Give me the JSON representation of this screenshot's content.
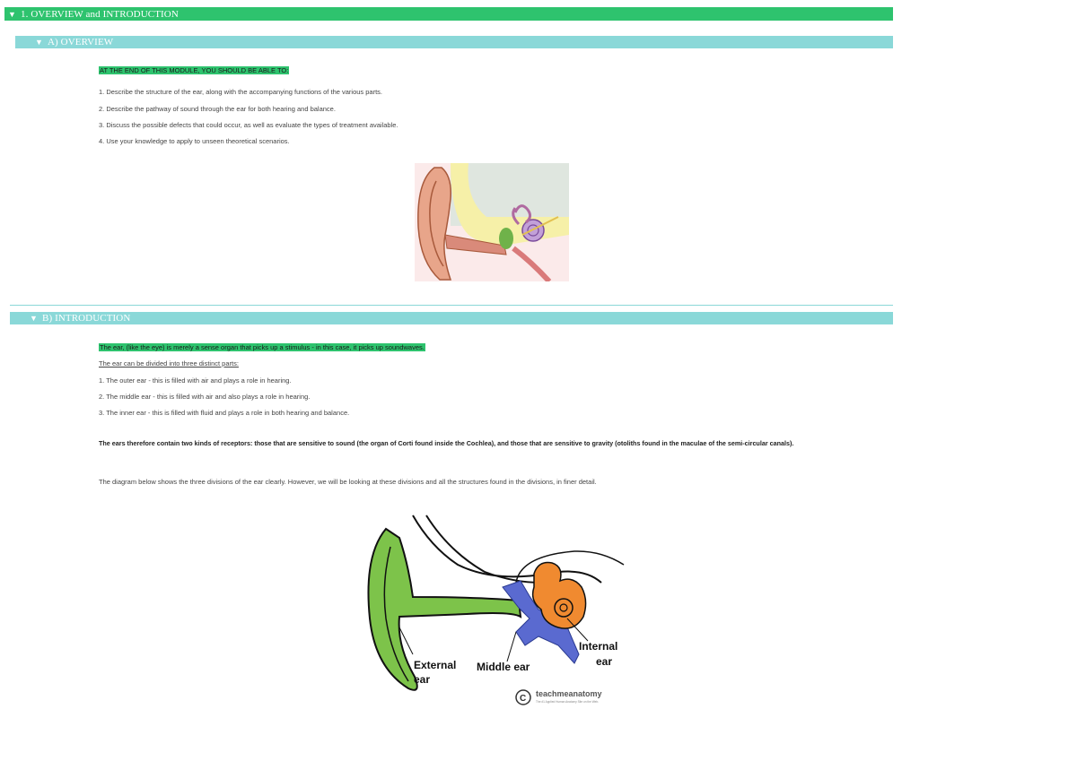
{
  "section1": {
    "arrow": "▼",
    "title": "1.  OVERVIEW and INTRODUCTION"
  },
  "sectionA": {
    "arrow": "▼",
    "title": "A)  OVERVIEW",
    "objectives_heading": "AT THE END OF THIS MODULE, YOU SHOULD BE ABLE TO:",
    "objectives": [
      "1.  Describe the structure of the ear, along with the accompanying functions of the various parts.",
      "2.  Describe the pathway of sound through the ear for both hearing and balance.",
      "3.  Discuss the possible defects that could occur, as well as evaluate the types of treatment available.",
      "4.  Use your knowledge to apply to unseen theoretical scenarios."
    ]
  },
  "sectionB": {
    "arrow": "▼",
    "title": "B)  INTRODUCTION",
    "intro": "The ear, (like the eye) is merely a sense organ that picks up a stimulus - in this case, it picks up soundwaves.",
    "divided": "The ear can be divided into three distinct parts:",
    "parts": [
      "1.  The outer ear - this is filled with air and plays a role in hearing.",
      "2.  The middle ear - this is filled with air and also plays a role in hearing.",
      "3.  The inner ear - this is filled with fluid and plays a role in both hearing and balance."
    ],
    "receptors": "The ears therefore contain two kinds of receptors:  those that are sensitive to sound (the organ of Corti found inside the Cochlea), and those that are sensitive to gravity (otoliths found in the maculae of the semi-circular canals).",
    "diagram_note": "The diagram below shows the three divisions of the ear clearly. However, we will be looking at these divisions and all the structures found in the divisions, in finer detail."
  },
  "diagram": {
    "label_external_1": "External",
    "label_external_2": "ear",
    "label_middle": "Middle ear",
    "label_internal_1": "Internal",
    "label_internal_2": "ear",
    "brand": "teachmeanatomy",
    "brand_sub": "The #1 Applied Human Anatomy Site on the Web.",
    "copyright_symbol": "C"
  },
  "colors": {
    "section_green": "#2ec36e",
    "subsection_teal": "#8ad8d8",
    "external_ear": "#7dc34a",
    "middle_ear": "#5a6ad0",
    "inner_ear": "#f08a30"
  }
}
